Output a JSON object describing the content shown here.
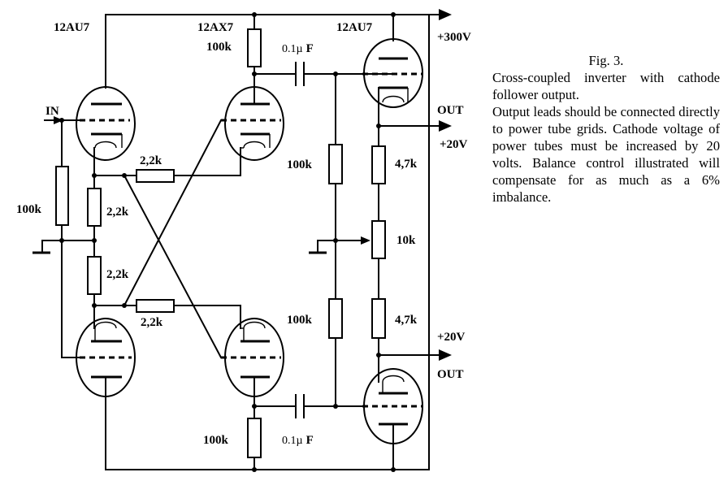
{
  "caption": {
    "figure": "Fig. 3.",
    "title": "Cross-coupled inverter with cathode follower output.",
    "body": "Output leads should be connected directly to power tube grids. Cathode voltage of power tubes must be increased by 20 volts. Balance control illustrated will compensate for as much as a 6% imbalance."
  },
  "labels": {
    "tube_left": "12AU7",
    "tube_mid": "12AX7",
    "tube_right": "12AU7",
    "supply": "+300V",
    "input": "IN",
    "out_top": "OUT",
    "out_bottom": "OUT",
    "bias_top": "+20V",
    "bias_bottom": "+20V"
  },
  "components": {
    "r_plate_top": "100k",
    "r_plate_bottom": "100k",
    "r_input": "100k",
    "r_cathode_top": "2,2k",
    "r_cathode_bottom": "2,2k",
    "r_cross_top": "2,2k",
    "r_cross_bottom": "2,2k",
    "r_grid_top": "100k",
    "r_grid_bottom": "100k",
    "r_out_top": "4,7k",
    "r_out_bottom": "4,7k",
    "pot_balance": "10k",
    "c_top_value": "0.1",
    "c_top_unit": "F",
    "c_bottom_value": "0.1",
    "c_bottom_unit": "F",
    "micro_symbol": "µ"
  }
}
